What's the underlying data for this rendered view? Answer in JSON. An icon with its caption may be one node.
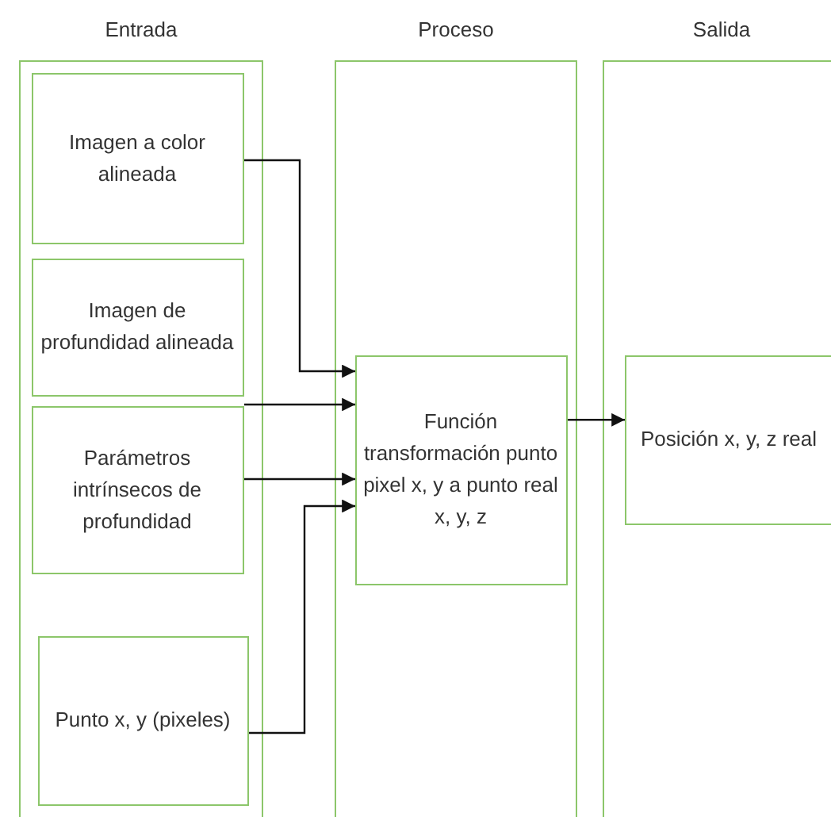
{
  "diagram": {
    "nodes": [
      {
        "text": [
          "Entrada"
        ]
      },
      {
        "text": [
          "Imagen a color alineada"
        ],
        "in": 0
      },
      {
        "text": [
          "Imagen de profundidad alineada"
        ],
        "in": 0
      },
      {
        "text": [
          "Parámetros intrínsecos de profundidad"
        ],
        "in": 0
      },
      {
        "text": [
          "Punto x, y (pixeles)"
        ],
        "in": 0
      },
      {
        "text": [
          "Proceso"
        ]
      },
      {
        "text": [
          "Función transformación punto pixel x, y a punto real x, y, z"
        ],
        "in": 5
      },
      {
        "text": [
          "Salida"
        ]
      },
      {
        "text": [
          "Posición x, y, z real"
        ],
        "in": 7
      }
    ],
    "edges": [
      {
        "from": 1,
        "to": 6,
        "arrow": "to"
      },
      {
        "from": 2,
        "to": 6,
        "arrow": "to"
      },
      {
        "from": 3,
        "to": 6,
        "arrow": "to"
      },
      {
        "from": 4,
        "to": 6,
        "arrow": "to"
      },
      {
        "from": 6,
        "to": 8,
        "arrow": "to"
      }
    ]
  }
}
